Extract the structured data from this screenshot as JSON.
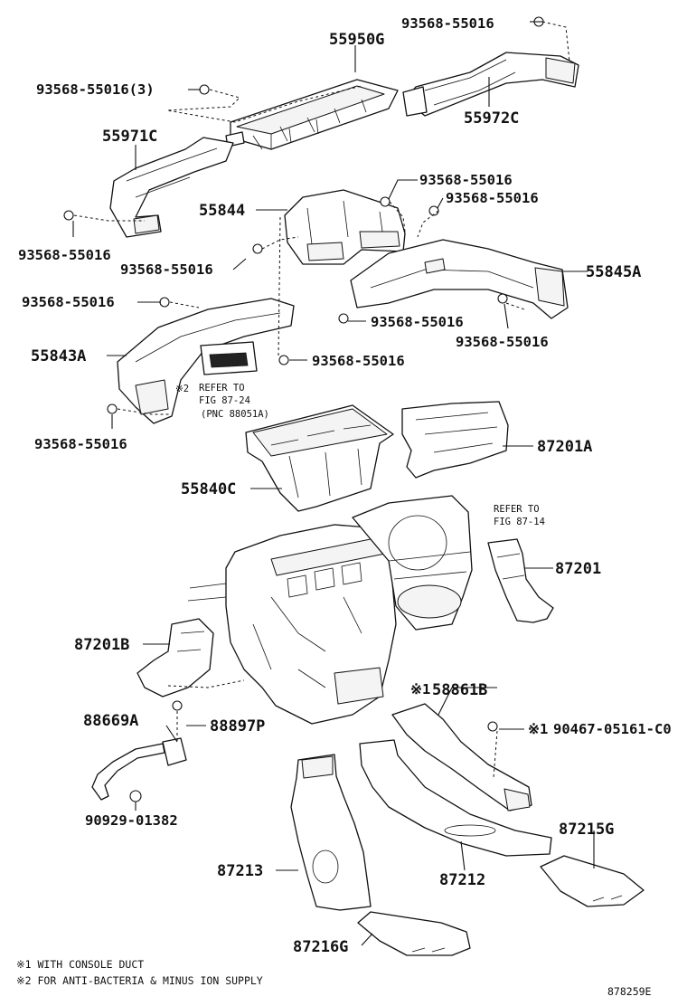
{
  "parts": {
    "p55950G": "55950G",
    "p93568_55016_3": "93568-55016(3)",
    "p93568_55016_a": "93568-55016",
    "p55972C": "55972C",
    "p55971C": "55971C",
    "p93568_55016_b": "93568-55016",
    "p93568_55016_c": "93568-55016",
    "p55844": "55844",
    "p93568_55016_d": "93568-55016",
    "p93568_55016_e": "93568-55016",
    "p55845A": "55845A",
    "p93568_55016_f": "93568-55016",
    "p93568_55016_g": "93568-55016",
    "p93568_55016_h": "93568-55016",
    "p55843A": "55843A",
    "p93568_55016_i": "93568-55016",
    "p93568_55016_j": "93568-55016",
    "p87201A": "87201A",
    "p55840C": "55840C",
    "p87201": "87201",
    "p87201B": "87201B",
    "p58861B": "58861B",
    "p58861B_mark": "※1",
    "p88669A": "88669A",
    "p88897P": "88897P",
    "p90467_05161_mark": "※1",
    "p90467_05161": "90467-05161-C0",
    "p90929_01382": "90929-01382",
    "p87215G": "87215G",
    "p87213": "87213",
    "p87212": "87212",
    "p87216G": "87216G"
  },
  "refs": {
    "ref1_mark": "※2",
    "ref1_line1": "REFER TO",
    "ref1_line2": "FIG 87-24",
    "ref1_line3": "(PNC 88051A)",
    "ref2_line1": "REFER TO",
    "ref2_line2": "FIG 87-14"
  },
  "notes": {
    "note1": "※1 WITH CONSOLE DUCT",
    "note2": "※2 FOR ANTI-BACTERIA & MINUS ION SUPPLY"
  },
  "figure_id": "878259E"
}
